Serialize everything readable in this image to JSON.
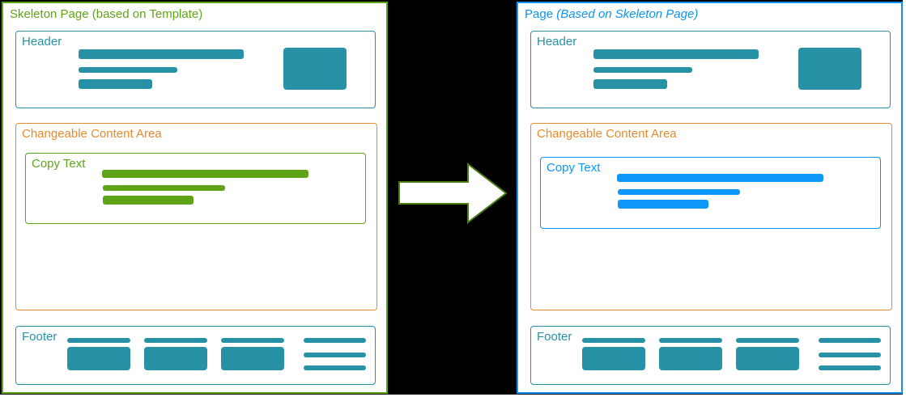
{
  "colors": {
    "background": "#000000",
    "canvas": "#ffffff",
    "teal": "#2792a5",
    "green": "#5fa316",
    "orange": "#e68a2e",
    "blue": "#0f92f3",
    "blue-bar": "#0d97f7",
    "arrow-fill": "#ffffff",
    "arrow-stroke": "#4a7c12"
  },
  "left_panel": {
    "title": "Skeleton Page (based on Template)",
    "header_label": "Header",
    "content_label": "Changeable Content Area",
    "copy_label": "Copy Text",
    "footer_label": "Footer"
  },
  "right_panel": {
    "title_prefix": "Page ",
    "title_suffix": "(Based on Skeleton Page)",
    "header_label": "Header",
    "content_label": "Changeable Content Area",
    "copy_label": "Copy Text",
    "footer_label": "Footer"
  },
  "arrow": {
    "direction": "right"
  }
}
